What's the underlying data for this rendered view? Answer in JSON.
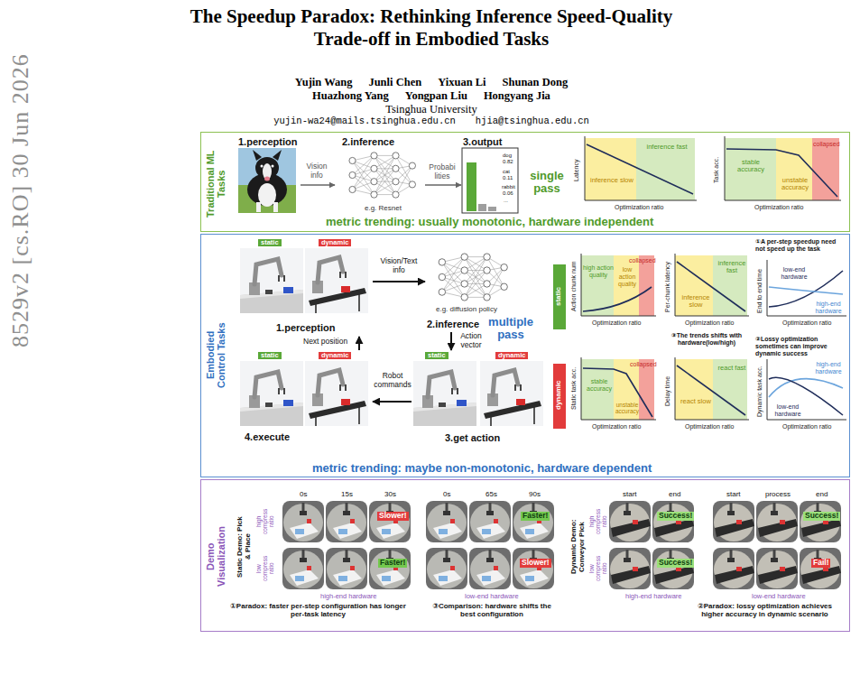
{
  "diagram": {
    "title": "The Speedup Paradox: Rethinking Inference Speed-Quality Trade-off in Embodied Tasks",
    "nodes": [
      {
        "text": [
          "Traditional ML Tasks",
          "metric trending: usually monotonic, hardware independent"
        ]
      },
      {
        "text": [
          "1.perception"
        ],
        "in": 0
      },
      {
        "text": [
          "2.inference",
          "e.g. Resnet"
        ],
        "in": 0
      },
      {
        "text": [
          "3.output",
          "dog",
          "0.82",
          "cat",
          "0.11",
          "rabbit",
          "0.06",
          "..."
        ],
        "in": 0
      },
      {
        "text": [
          "Latency",
          "inference slow",
          "inference fast",
          "Optimization ratio"
        ],
        "in": 0
      },
      {
        "text": [
          "Task acc.",
          "stable accuracy",
          "unstable accuracy",
          "collapsed",
          "Optimization ratio"
        ],
        "in": 0
      },
      {
        "text": [
          "Embodied Control Tasks",
          "metric trending: maybe non-monotonic, hardware dependent"
        ]
      },
      {
        "text": [
          "static",
          "dynamic",
          "1.perception"
        ],
        "in": 6
      },
      {
        "text": [
          "2.inference",
          "e.g. diffusion policy"
        ],
        "in": 6
      },
      {
        "text": [
          "static",
          "dynamic",
          "3.get action"
        ],
        "in": 6
      },
      {
        "text": [
          "static",
          "dynamic",
          "4.execute"
        ],
        "in": 6
      },
      {
        "text": [
          "static"
        ],
        "in": 6
      },
      {
        "text": [
          "Action chunk num",
          "high action quality",
          "low action quality",
          "collapsed",
          "Optimization ratio"
        ],
        "in": 6
      },
      {
        "text": [
          "Per-chunk latency",
          "inference slow",
          "inference fast",
          "Optimization ratio"
        ],
        "in": 6
      },
      {
        "text": [
          "①A per-step speedup need not speed up the task",
          "End to end time",
          "low-end hardware",
          "high-end hardware",
          "Optimization ratio"
        ],
        "in": 6
      },
      {
        "text": [
          "dynamic"
        ],
        "in": 6
      },
      {
        "text": [
          "Static task acc.",
          "stable accuracy",
          "unstable accuracy",
          "collapsed",
          "Optimization ratio"
        ],
        "in": 6
      },
      {
        "text": [
          "Delay time",
          "react slow",
          "react fast",
          "Optimization ratio"
        ],
        "in": 6
      },
      {
        "text": [
          "②Lossy optimization sometimes can improve dynamic success",
          "Dynamic task acc.",
          "high-end hardware",
          "low-end hardware",
          "Optimization ratio"
        ],
        "in": 6
      },
      {
        "text": [
          "Demo Visualization"
        ]
      },
      {
        "text": [
          "Static Demo: Pick & Place"
        ],
        "in": 19
      },
      {
        "text": [
          "0s",
          "15s",
          "30s",
          "Slower!",
          "Faster!",
          "high-end hardware"
        ],
        "in": 19
      },
      {
        "text": [
          "0s",
          "65s",
          "90s",
          "Faster!",
          "Slower!",
          "low-end hardware"
        ],
        "in": 19
      },
      {
        "text": [
          "Dynamic Demo: Conveyor Pick"
        ],
        "in": 19
      },
      {
        "text": [
          "start",
          "end",
          "Success!",
          "Success!",
          "high-end hardware"
        ],
        "in": 19
      },
      {
        "text": [
          "start",
          "process",
          "end",
          "Success!",
          "Fail!",
          "low-end hardware"
        ],
        "in": 19
      }
    ],
    "edges": [
      {
        "from": 1,
        "to": 2,
        "label": "Vision info",
        "arrow": "to"
      },
      {
        "from": 2,
        "to": 3,
        "label": "Probabi lities",
        "arrow": "to"
      },
      {
        "from": 7,
        "to": 8,
        "label": "Vision/Text info",
        "arrow": "to"
      },
      {
        "from": 8,
        "to": 9,
        "label": "Action vector",
        "arrow": "to"
      },
      {
        "from": 9,
        "to": 10,
        "label": "Robot commands",
        "arrow": "to"
      },
      {
        "from": 10,
        "to": 7,
        "label": "Next position",
        "arrow": "to"
      }
    ],
    "labels": [
      "8529v2 [cs.RO] 30 Jun 2026",
      "Yujin Wang",
      "Junli Chen",
      "Yixuan Li",
      "Shunan Dong",
      "Huazhong Yang",
      "Yongpan Liu",
      "Hongyang Jia",
      "Tsinghua University",
      "yujin-wa24@mails.tsinghua.edu.cn",
      "hjia@tsinghua.edu.cn",
      "single pass",
      "multiple pass",
      "③The trends shifts with hardware(low/high)",
      "high compress ratio",
      "low compress ratio",
      "high compress ratio",
      "low compress ratio",
      "①Paradox: faster per-step configuration has longer per-task latency",
      "③Comparison: hardware shifts the best configuration",
      "②Paradox: lossy optimization achieves higher accuracy in dynamic scenario"
    ]
  }
}
